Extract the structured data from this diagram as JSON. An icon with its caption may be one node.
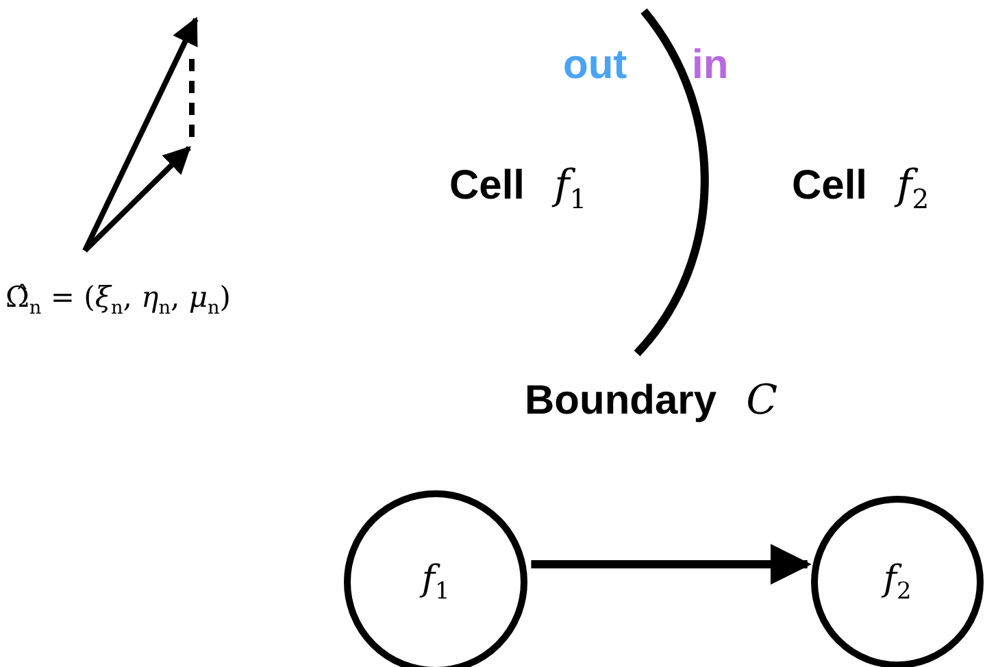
{
  "diagram": {
    "nodes": [
      {
        "text": [
          "*f*$_{1}$"
        ]
      },
      {
        "text": [
          "*f*$_{2}$"
        ]
      }
    ],
    "edges": [
      {
        "from": 0,
        "to": 1,
        "arrow": "to"
      }
    ],
    "labels": [
      "Ω̂$_{n}$ = (*ξ*$_{n}$, *η*$_{n}$, *μ*$_{n}$)",
      "out",
      "in",
      "**Cell** *f*$_{1}$",
      "**Cell** *f*$_{2}$",
      "**Boundary** *C*"
    ]
  }
}
